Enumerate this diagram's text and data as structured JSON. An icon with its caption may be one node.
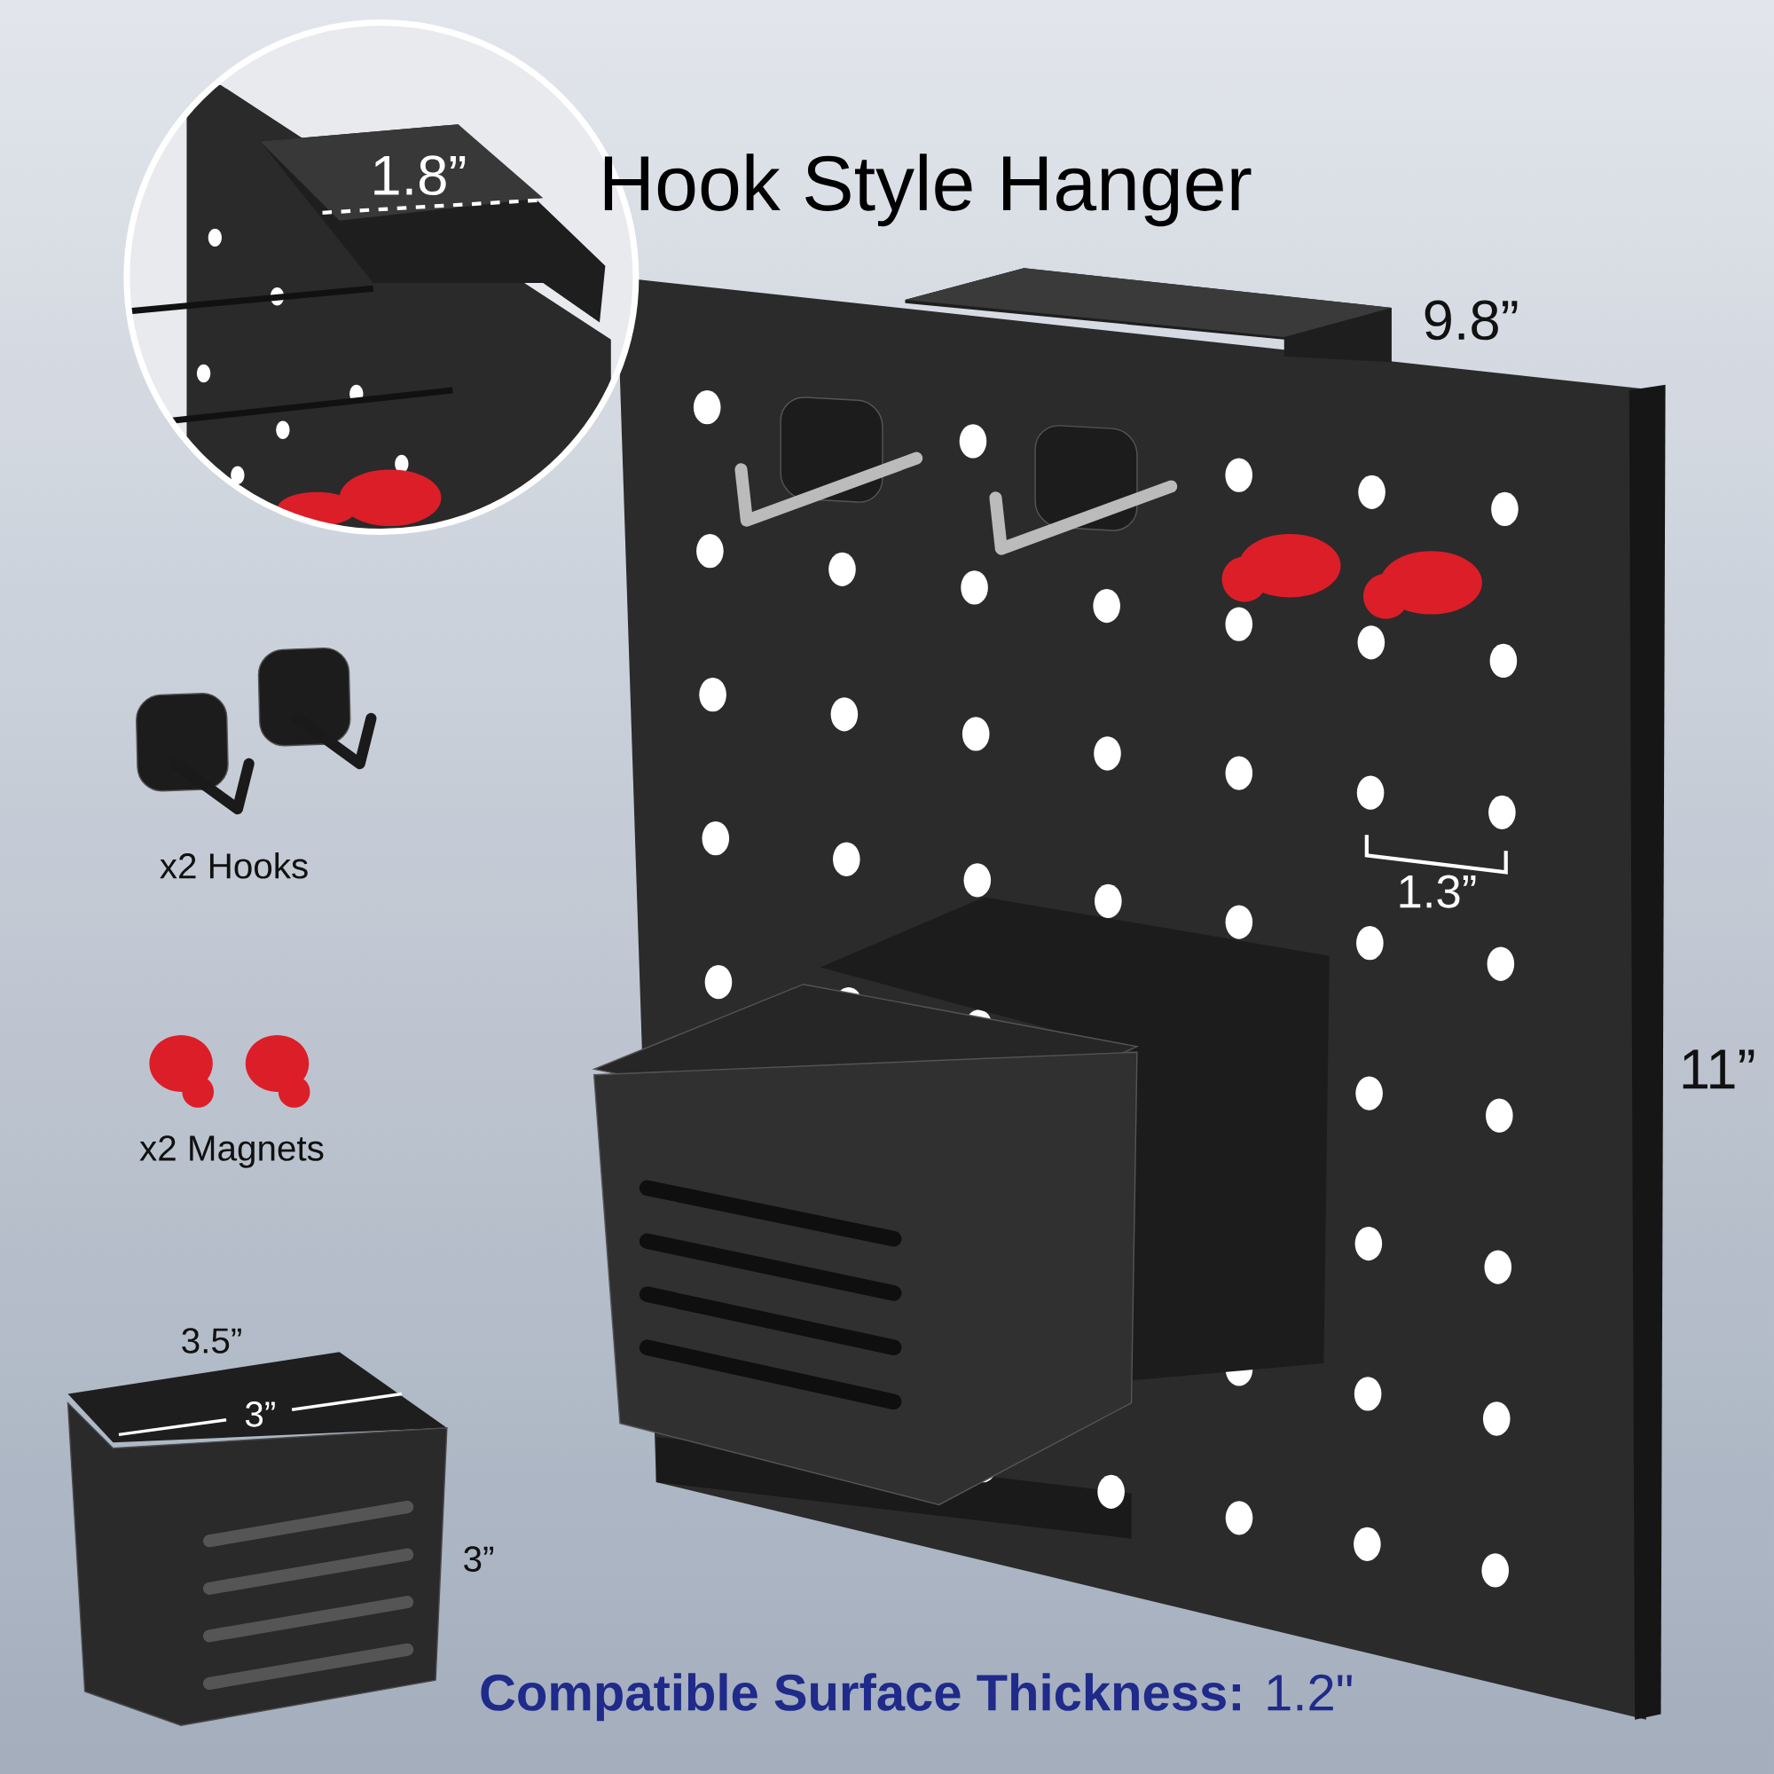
{
  "diagram": {
    "labels": [
      "Hook Style Hanger",
      "1.8”",
      "9.8”",
      "1.3”",
      "11”",
      "x2 Hooks",
      "x2 Magnets",
      "3.5”",
      "3”",
      "3”",
      "**Compatible Surface Thickness:** 1.2\""
    ]
  }
}
